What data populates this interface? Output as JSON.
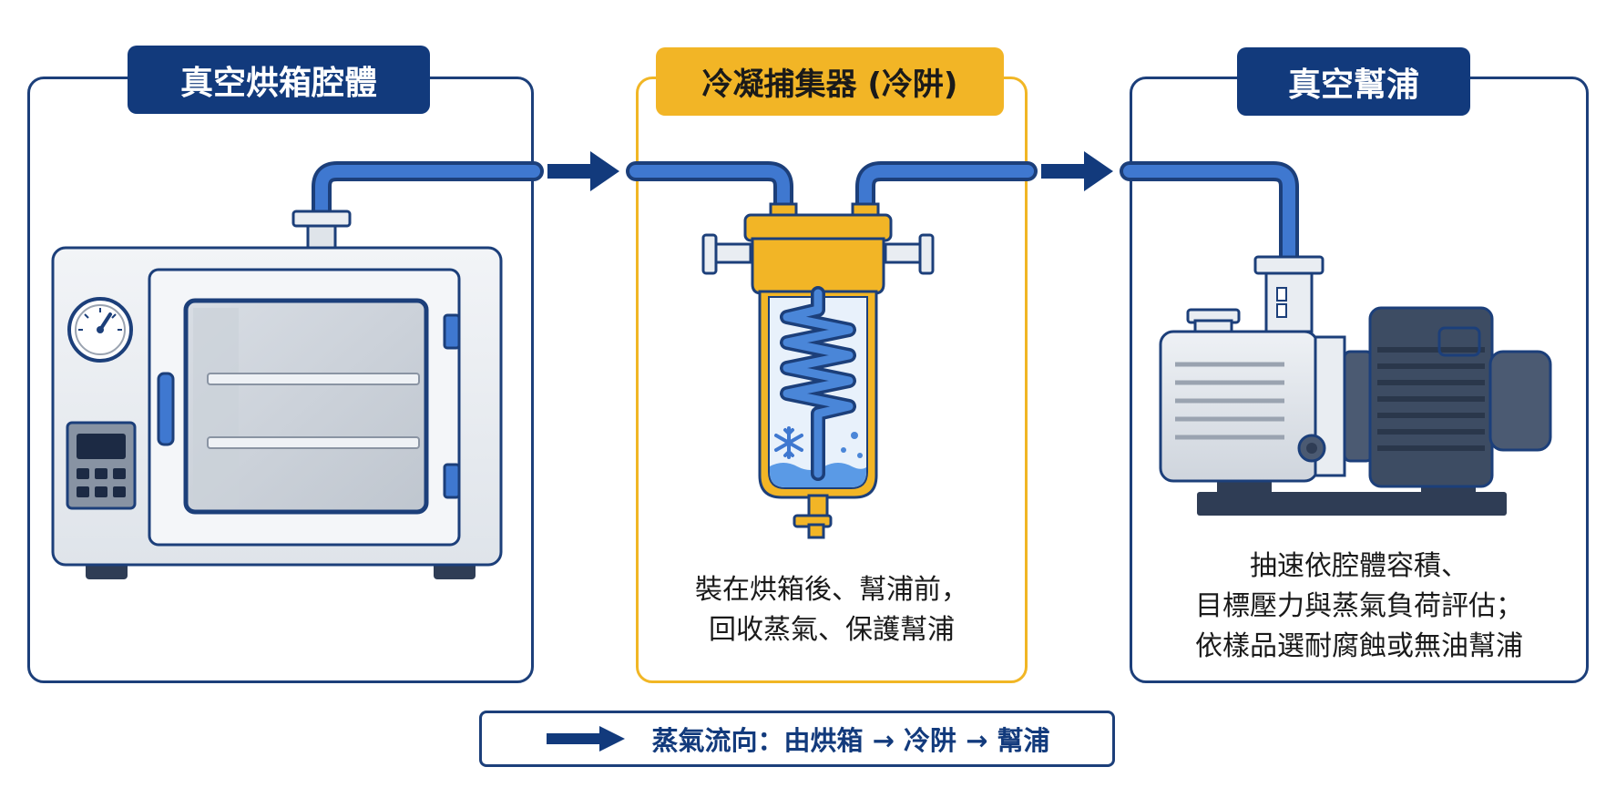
{
  "panels": {
    "oven": {
      "title": "真空烘箱腔體"
    },
    "cold_trap": {
      "title": "冷凝捕集器 (冷阱)",
      "desc_lines": [
        "裝在烘箱後、幫浦前，",
        "回收蒸氣、保護幫浦"
      ]
    },
    "pump": {
      "title": "真空幫浦",
      "desc_lines": [
        "抽速依腔體容積、",
        "目標壓力與蒸氣負荷評估；",
        "依樣品選耐腐蝕或無油幫浦"
      ]
    }
  },
  "legend": {
    "text": "蒸氣流向：由烘箱 → 冷阱 → 幫浦"
  },
  "colors": {
    "navy": "#123a7c",
    "gold": "#f2b526",
    "pipe_blue": "#3f78d0",
    "metal_light": "#e9edf2",
    "pump_motor": "#3d4c63",
    "water": "#5a9ae6"
  },
  "icons": [
    "flow-arrow-icon",
    "snowflake-icon",
    "pressure-gauge-icon",
    "control-panel-icon"
  ]
}
